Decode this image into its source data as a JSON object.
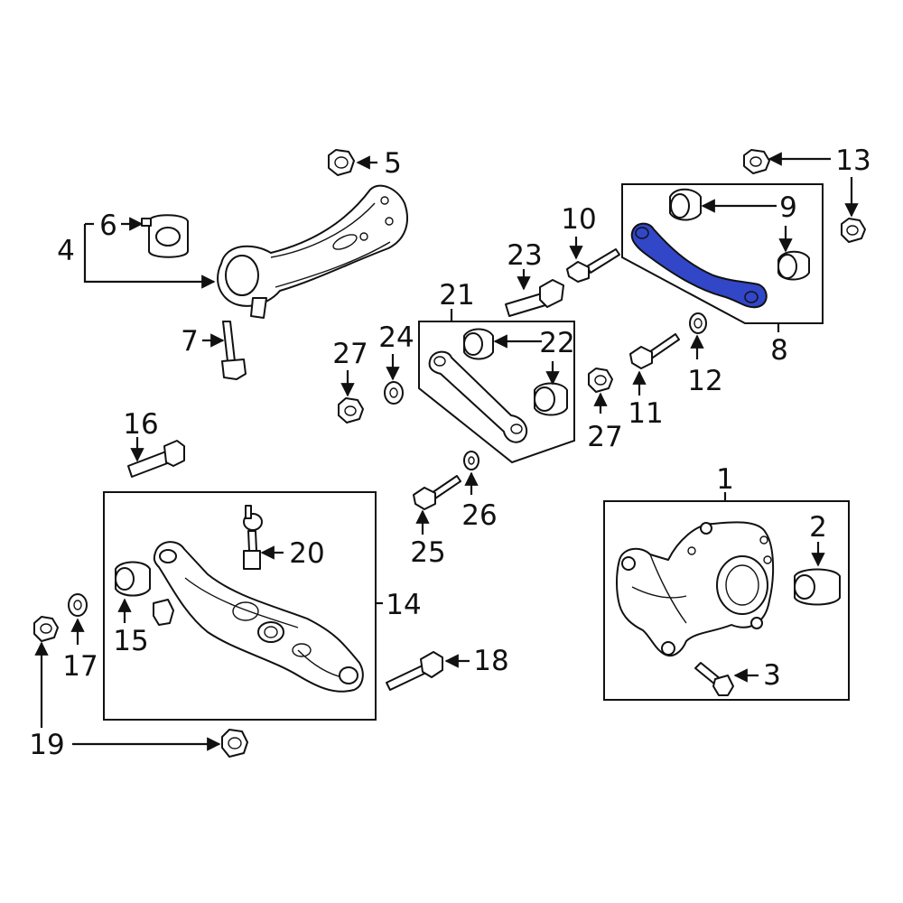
{
  "callouts": {
    "c1": "1",
    "c2": "2",
    "c3": "3",
    "c4": "4",
    "c5": "5",
    "c6": "6",
    "c7": "7",
    "c8": "8",
    "c9": "9",
    "c10": "10",
    "c11": "11",
    "c12": "12",
    "c13": "13",
    "c14": "14",
    "c15": "15",
    "c16": "16",
    "c17": "17",
    "c18": "18",
    "c19": "19",
    "c20": "20",
    "c21": "21",
    "c22": "22",
    "c23": "23",
    "c24": "24",
    "c25": "25",
    "c26": "26",
    "c27a": "27",
    "c27b": "27"
  },
  "colors": {
    "highlight": "#3246c8",
    "line": "#111111",
    "background": "#ffffff"
  }
}
